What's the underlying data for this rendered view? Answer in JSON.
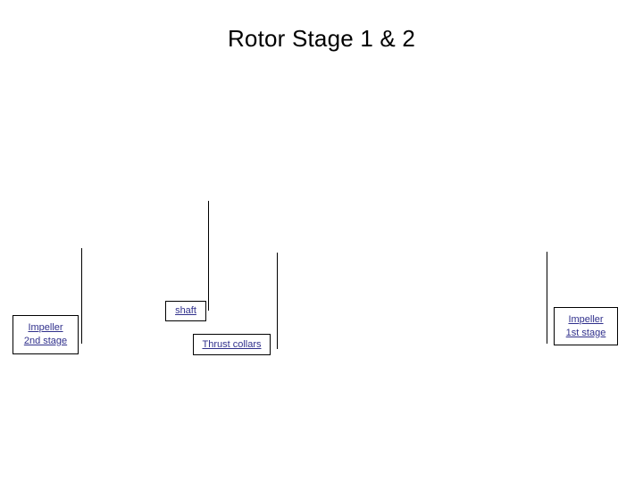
{
  "slide": {
    "title": "Rotor Stage 1 & 2",
    "background_color": "#ffffff",
    "title_color": "#000000",
    "label_color": "#30308c",
    "line_color": "#000000"
  },
  "callouts": [
    {
      "id": "impeller-2nd-stage",
      "lines": [
        "Impeller",
        "2nd stage"
      ]
    },
    {
      "id": "shaft",
      "lines": [
        "shaft"
      ]
    },
    {
      "id": "thrust-collars",
      "lines": [
        "Thrust collars"
      ]
    },
    {
      "id": "impeller-1st-stage",
      "lines": [
        "Impeller",
        "1st stage"
      ]
    }
  ]
}
